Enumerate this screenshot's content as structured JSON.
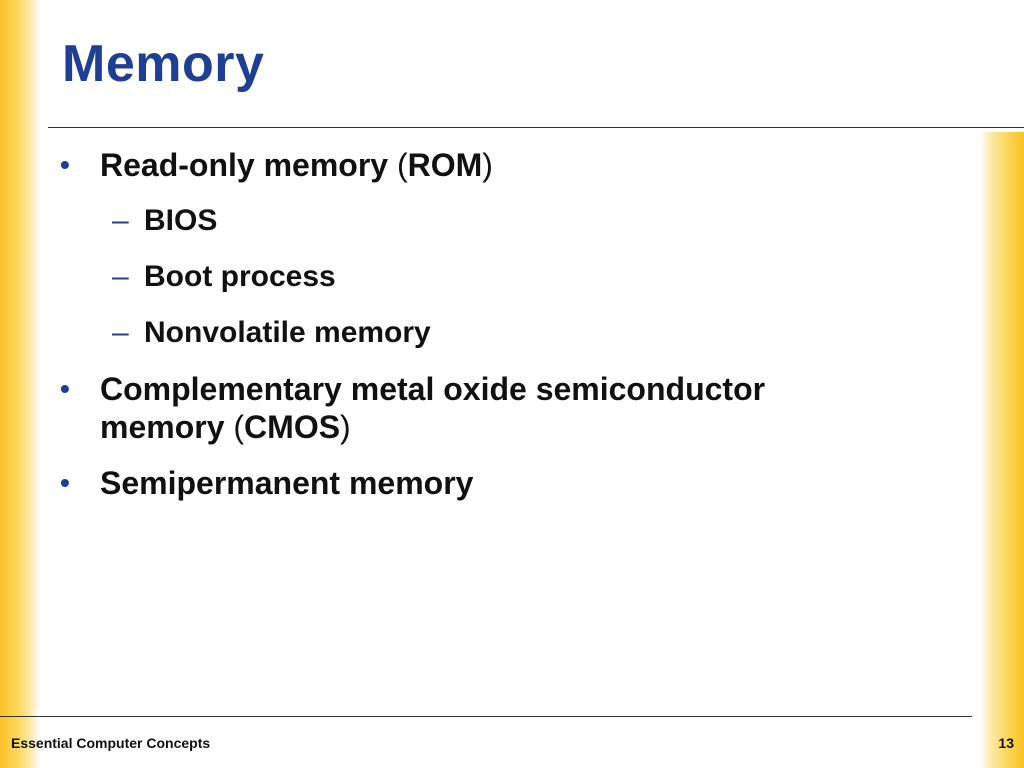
{
  "slide": {
    "title": "Memory",
    "bullets": [
      {
        "pre": "Read-only memory ",
        "open": "(",
        "abbr": "ROM",
        "close": ")",
        "subitems": [
          "BIOS",
          "Boot process",
          "Nonvolatile memory"
        ]
      },
      {
        "line1": "Complementary metal oxide semiconductor",
        "pre": "memory ",
        "open": "(",
        "abbr": "CMOS",
        "close": ")"
      },
      {
        "text": "Semipermanent memory"
      }
    ],
    "bullet_marker": "•",
    "sub_marker": "–"
  },
  "footer": {
    "text": "Essential Computer Concepts",
    "page_number": "13"
  },
  "colors": {
    "title": "#1f3f95",
    "accent_bar": "#f9c224",
    "text": "#111111"
  }
}
